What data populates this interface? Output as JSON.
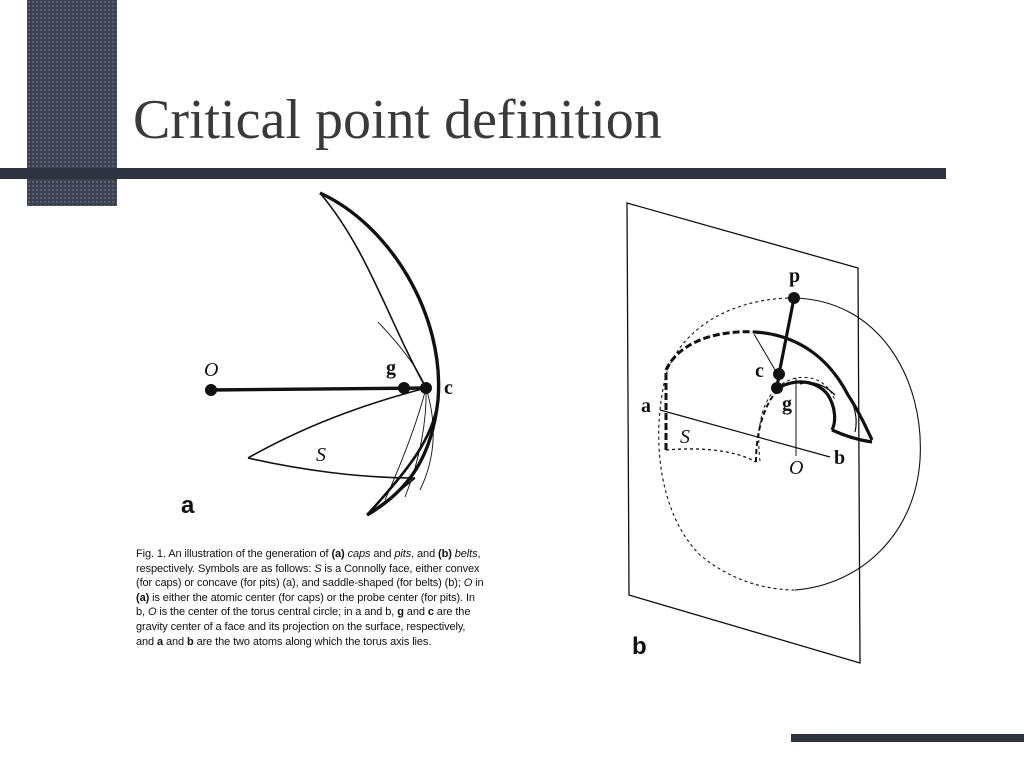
{
  "slide": {
    "title": "Critical point definition"
  },
  "figure_a": {
    "panel_label": "a",
    "labels": {
      "O": "O",
      "g": "g",
      "c": "c",
      "S": "S"
    }
  },
  "figure_b": {
    "panel_label": "b",
    "labels": {
      "p": "p",
      "c": "c",
      "g": "g",
      "a": "a",
      "S": "S",
      "O": "O",
      "b": "b"
    }
  },
  "caption": {
    "fig": "Fig. 1.",
    "t1": " An illustration of the generation of ",
    "a1": "(a)",
    "t2": " ",
    "caps": "caps",
    "t3": " and ",
    "pits": "pits",
    "t4": ", and ",
    "b1": "(b)",
    "t5": " ",
    "belts": "belts",
    "t6": ", respectively. Symbols are as follows: ",
    "S": "S",
    "t7": " is a Connolly face, either convex (for caps) or concave (for pits) (a), and saddle-shaped (for belts) (b); ",
    "O1": "O",
    "t8": " in ",
    "a2": "(a)",
    "t9": " is either the atomic center (for caps) or the probe center (for pits). In b, ",
    "O2": "O",
    "t10": " is the center of the torus central circle; in a and b, ",
    "g": "g",
    "t11": " and ",
    "c": "c",
    "t12": " are the gravity center of a face and its projection on the surface, respectively, and ",
    "a3": "a",
    "t13": " and ",
    "b3": "b",
    "t14": " are the two atoms along which the torus axis lies."
  }
}
